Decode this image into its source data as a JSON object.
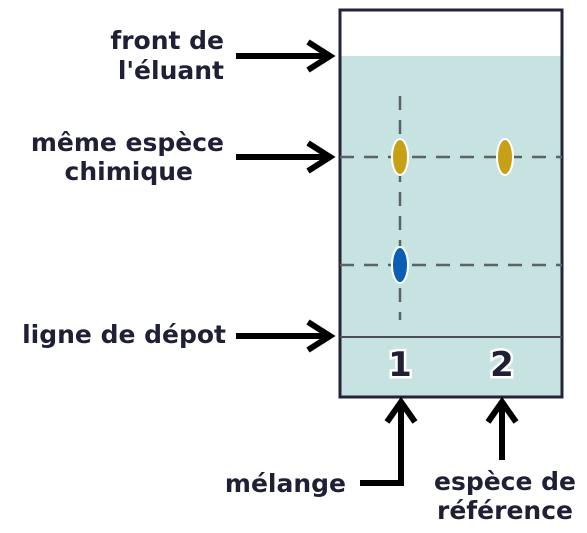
{
  "labels": {
    "front_line1": "front de",
    "front_line2": "l'éluant",
    "same_line1": "même espèce",
    "same_line2": "chimique",
    "deposit": "ligne de dépot",
    "mixture": "mélange",
    "reference_line1": "espèce de",
    "reference_line2": "référence"
  },
  "lanes": {
    "lane1": "1",
    "lane2": "2"
  },
  "colors": {
    "eluent": "#c7e3e1",
    "plate_border": "#23233a",
    "text": "#1f1f36",
    "arrow": "#000000",
    "dashed": "#5a6366",
    "spot_yellow": "#c8a017",
    "spot_blue": "#0a5fb4"
  },
  "icons": {
    "arrows": "arrow-right-icon",
    "up_arrows": "arrow-up-icon"
  }
}
